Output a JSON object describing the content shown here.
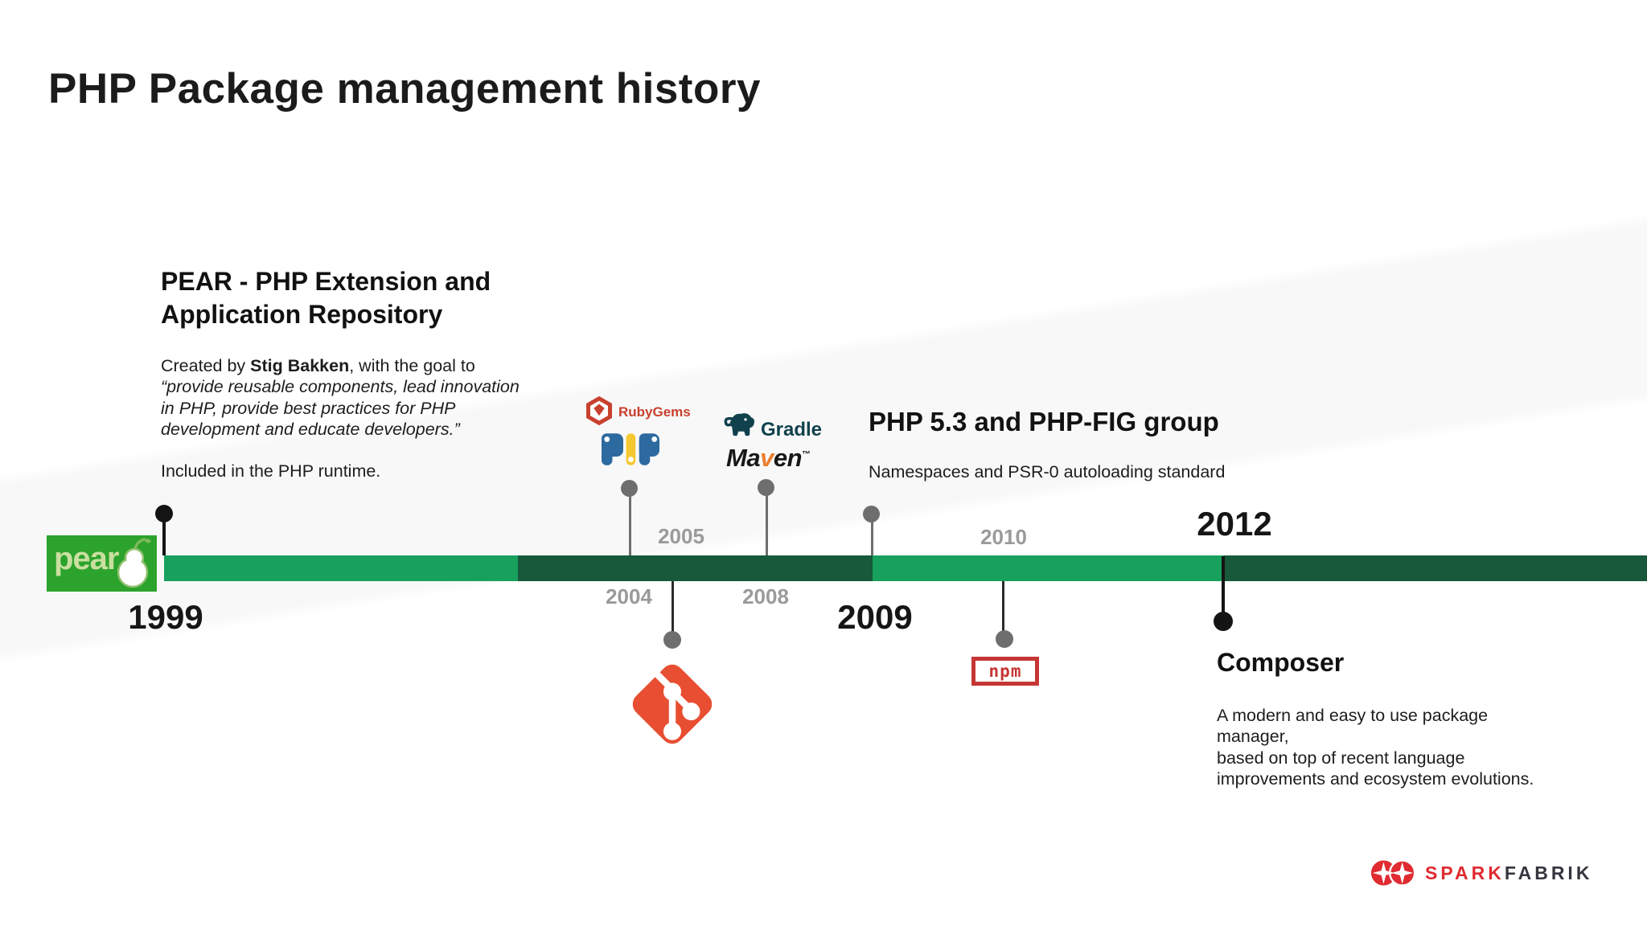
{
  "title": "PHP Package management history",
  "colors": {
    "light_green": "#18A05D",
    "dark_green": "#17593A",
    "marker_gray": "#6E6E6E",
    "year_gray": "#9A9A9A",
    "pear_green": "#2CA32C",
    "pear_text": "#C9DFA0",
    "rubygems_red": "#C8402E",
    "pip_blue": "#2D6A9F",
    "pip_yellow": "#F5C831",
    "gradle_teal": "#10414C",
    "maven_orange": "#E97F2E",
    "git_orange": "#E84E31",
    "npm_red": "#C53635",
    "spark_red": "#DF2B31",
    "fabrik_dark": "#35353F"
  },
  "timeline": {
    "years": {
      "y1999": "1999",
      "y2004": "2004",
      "y2005": "2005",
      "y2008": "2008",
      "y2009": "2009",
      "y2010": "2010",
      "y2012": "2012"
    }
  },
  "pear": {
    "logo_text": "pear",
    "heading": "PEAR - PHP Extension and Application Repository",
    "created_prefix": "Created by ",
    "author": "Stig Bakken",
    "created_suffix": ", with the goal to",
    "quote_lines": [
      "“provide reusable components, lead innovation",
      "in PHP, provide best practices for PHP",
      "development and educate developers.”"
    ],
    "note": "Included in the PHP runtime."
  },
  "rubygems": {
    "label": "RubyGems"
  },
  "gradle": {
    "label": "Gradle"
  },
  "maven": {
    "part1": "Ma",
    "part2": "v",
    "part3": "en",
    "tm": "™"
  },
  "php53": {
    "heading": "PHP 5.3 and PHP-FIG group",
    "subheading": "Namespaces and PSR-0 autoloading standard"
  },
  "npm": {
    "logo_text": "npm"
  },
  "composer": {
    "heading": "Composer",
    "body_lines": [
      "A modern and easy to use package manager,",
      "based on top of recent language",
      "improvements and ecosystem evolutions."
    ]
  },
  "footer": {
    "brand_part1": "SPARK",
    "brand_part2": "FABRIK"
  }
}
